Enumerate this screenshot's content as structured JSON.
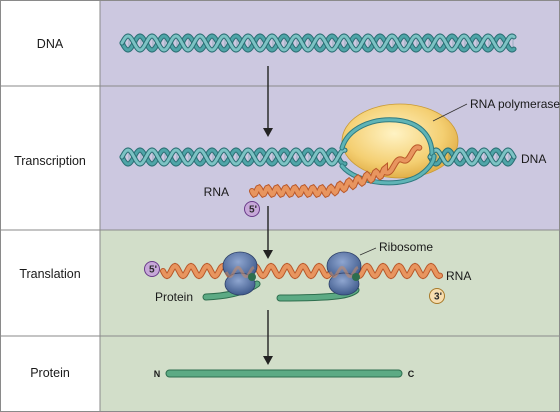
{
  "rows": [
    {
      "label": "DNA"
    },
    {
      "label": "Transcription"
    },
    {
      "label": "Translation"
    },
    {
      "label": "Protein"
    }
  ],
  "transcription": {
    "polymerase_label": "RNA polymerase",
    "dna_label": "DNA",
    "rna_label": "RNA",
    "five_prime": "5'"
  },
  "translation": {
    "ribosome_label": "Ribosome",
    "rna_label": "RNA",
    "protein_label": "Protein",
    "five_prime": "5'",
    "three_prime": "3'"
  },
  "protein": {
    "n_terminus": "N",
    "c_terminus": "C"
  },
  "colors": {
    "panel_dna": "#ccc8e0",
    "panel_translation": "#d2dec9",
    "label_column": "#ffffff",
    "dna_helix": "#4fa5a8",
    "rna_strand": "#e8955f",
    "polymerase": "#f4cf72",
    "ribosome": "#5872a5",
    "protein_chain": "#5caa84"
  }
}
